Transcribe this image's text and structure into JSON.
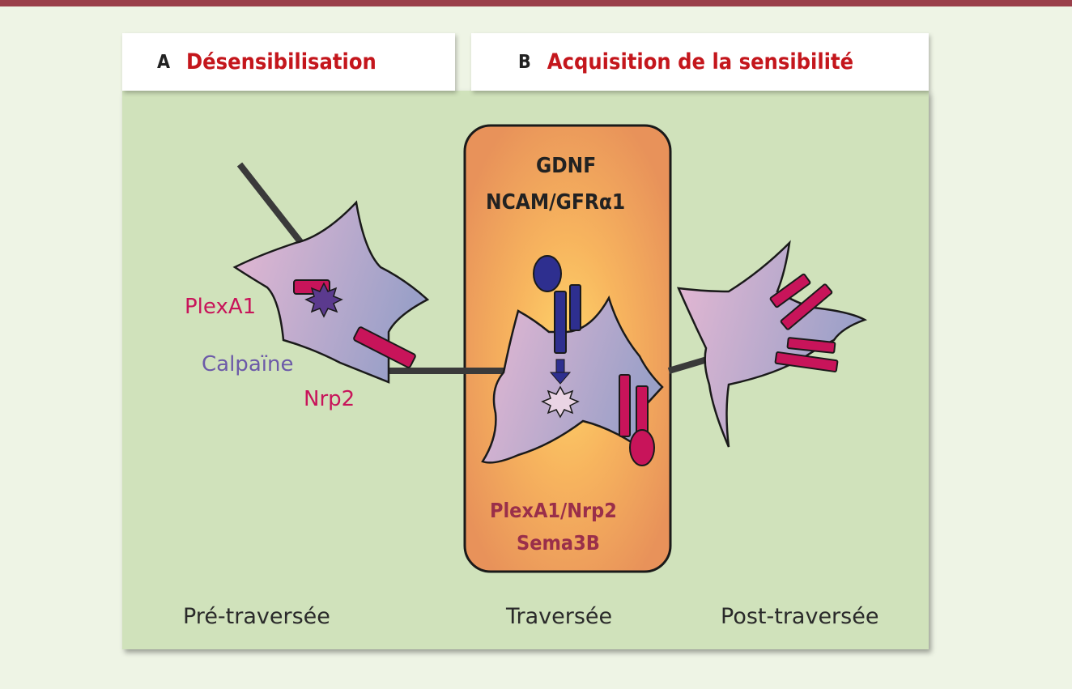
{
  "panel_a": {
    "letter": "A",
    "title": "Désensibilisation"
  },
  "panel_b": {
    "letter": "B",
    "title": "Acquisition de la sensibilité"
  },
  "box": {
    "top_line1": "GDNF",
    "top_line2": "NCAM/GFRα1",
    "bottom_line1": "PlexA1/Nrp2",
    "bottom_line2": "Sema3B"
  },
  "labels": {
    "plexa1": "PlexA1",
    "calpaine": "Calpaïne",
    "nrp2": "Nrp2"
  },
  "stages": {
    "pre": "Pré-traversée",
    "during": "Traversée",
    "post": "Post-traversée"
  },
  "colors": {
    "title_red": "#c4161c",
    "panel_green": "#d0e2bb",
    "box_orange": "#e8925a",
    "receptor_magenta": "#c8145a",
    "receptor_blue": "#2e2f8f",
    "calpain_purple": "#5b3a8e",
    "box_text": "#9a2f4a"
  }
}
